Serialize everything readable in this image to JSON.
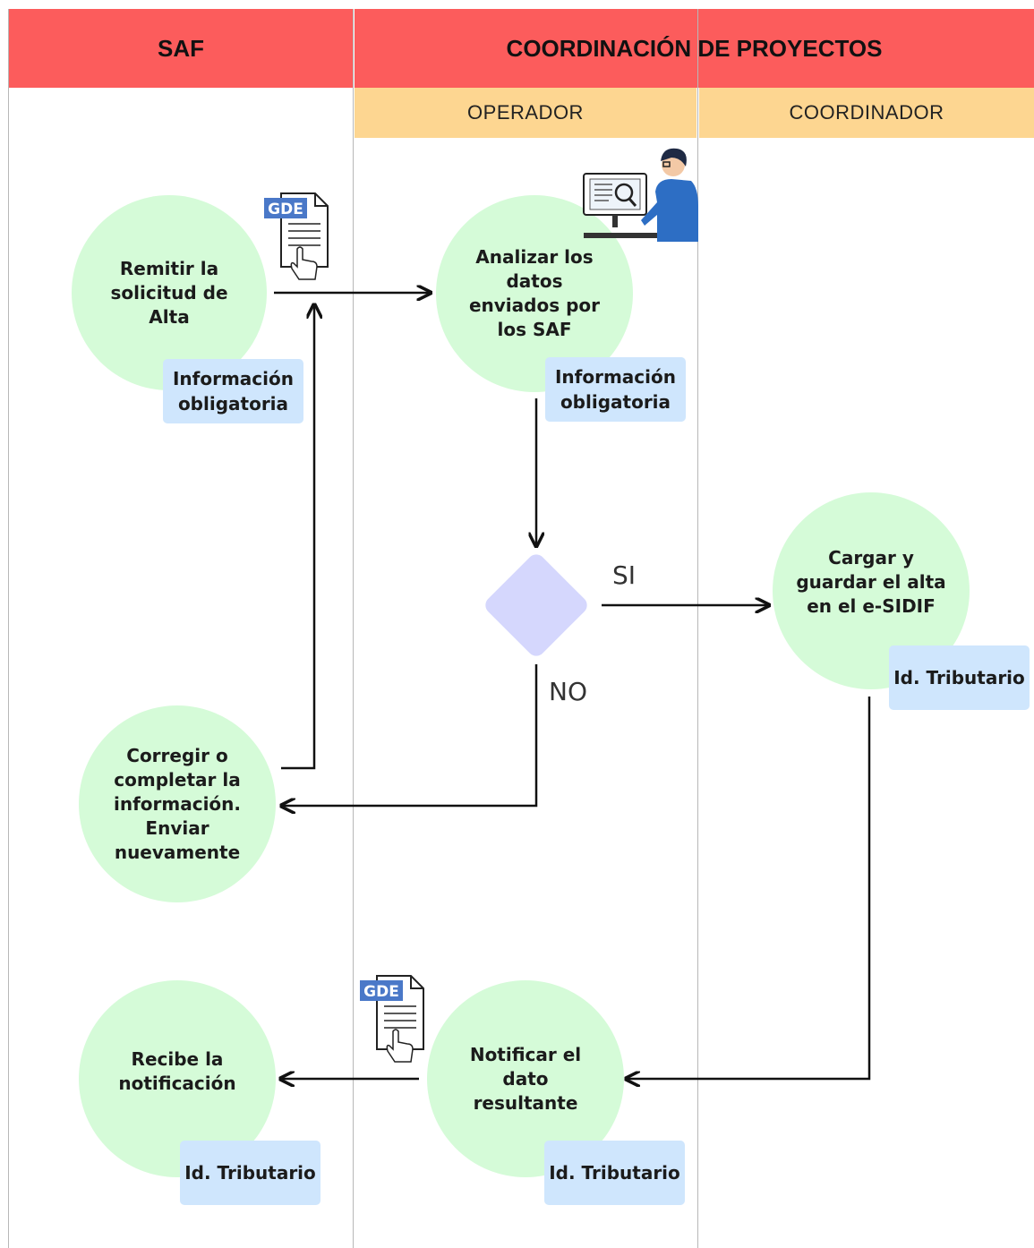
{
  "lanes": {
    "saf": "SAF",
    "coordinacion": "COORDINACIÓN DE PROYECTOS",
    "operador": "OPERADOR",
    "coordinador": "COORDINADOR"
  },
  "nodes": {
    "remitir": "Remitir la\nsolicitud de\nAlta",
    "analizar": "Analizar los\ndatos\nenviados por\nlos SAF",
    "cargar": "Cargar y\nguardar el alta\nen el e-SIDIF",
    "corregir": "Corregir o\ncompletar la\ninformación.\nEnviar\nnuevamente",
    "recibe": "Recibe la\nnotificación",
    "notificar": "Notificar el\ndato\nresultante"
  },
  "tags": {
    "remitir": "Información\nobligatoria",
    "analizar": "Información\nobligatoria",
    "cargar": "Id. Tributario",
    "recibe": "Id. Tributario",
    "notificar": "Id. Tributario"
  },
  "decision": {
    "yes": "SI",
    "no": "NO"
  },
  "icons": {
    "gde_text": "GDE"
  },
  "colors": {
    "header": "#fc5c5c",
    "subheader": "#fdd691",
    "node": "#d5fbd8",
    "tag": "#cfe6fd",
    "decision": "#d5d7fd"
  }
}
